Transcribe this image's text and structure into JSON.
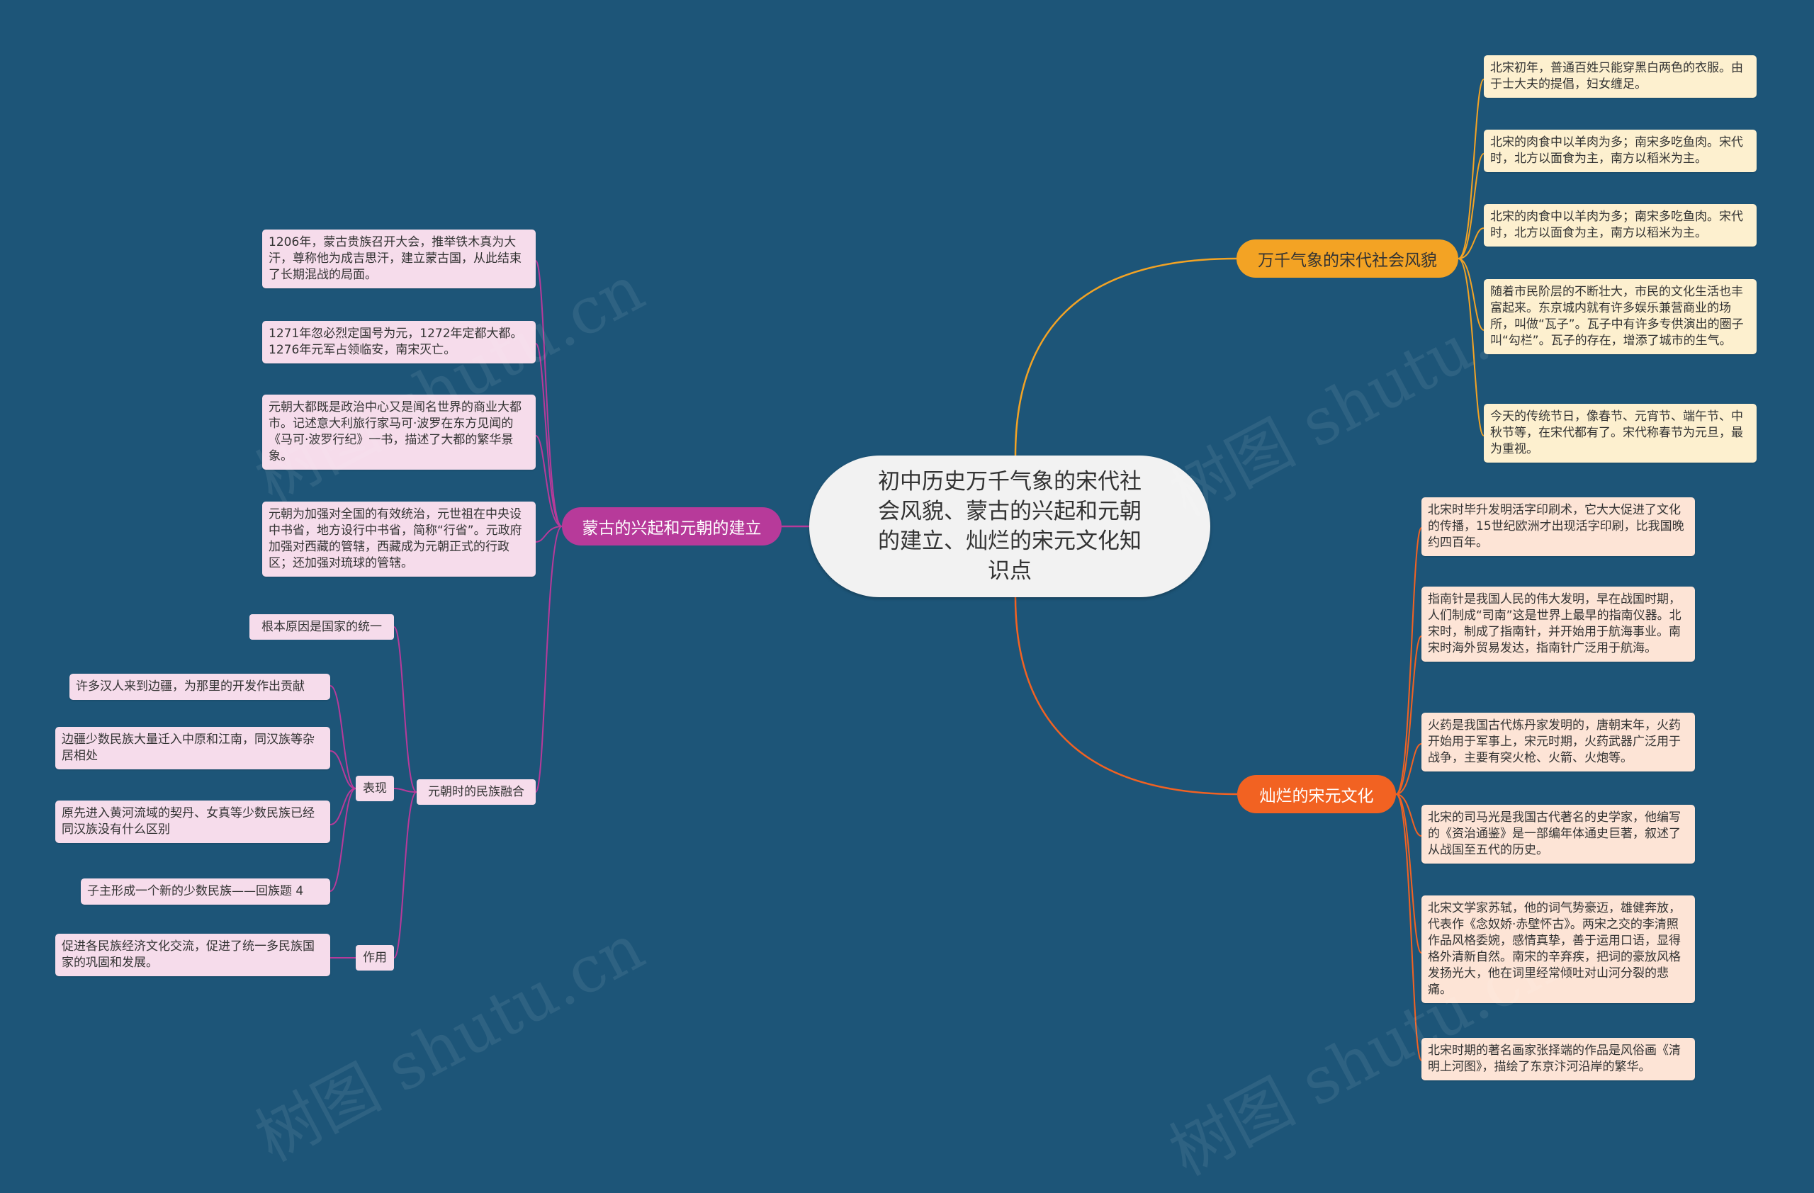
{
  "root": {
    "title": "初中历史万千气象的宋代社会风貌、蒙古的兴起和元朝的建立、灿烂的宋元文化知识点"
  },
  "branches": {
    "song_society": {
      "label": "万千气象的宋代社会风貌",
      "color": "#f3a324",
      "items": [
        "北宋初年，普通百姓只能穿黑白两色的衣服。由于士大夫的提倡，妇女缠足。",
        "北宋的肉食中以羊肉为多；南宋多吃鱼肉。宋代时，北方以面食为主，南方以稻米为主。",
        "北宋的肉食中以羊肉为多；南宋多吃鱼肉。宋代时，北方以面食为主，南方以稻米为主。",
        "随着市民阶层的不断壮大，市民的文化生活也丰富起来。东京城内就有许多娱乐兼营商业的场所，叫做“瓦子”。瓦子中有许多专供演出的圈子叫“勾栏”。瓦子的存在，增添了城市的生气。",
        "今天的传统节日，像春节、元宵节、端午节、中秋节等，在宋代都有了。宋代称春节为元旦，最为重视。"
      ]
    },
    "mongol": {
      "label": "蒙古的兴起和元朝的建立",
      "color": "#b73a9a",
      "items": [
        "1206年，蒙古贵族召开大会，推举铁木真为大汗，尊称他为成吉思汗，建立蒙古国，从此结束了长期混战的局面。",
        "1271年忽必烈定国号为元，1272年定都大都。1276年元军占领临安，南宋灭亡。",
        "元朝大都既是政治中心又是闻名世界的商业大都市。记述意大利旅行家马可·波罗在东方见闻的《马可·波罗行纪》一书，描述了大都的繁华景象。",
        "元朝为加强对全国的有效统治，元世祖在中央设中书省，地方设行中书省，简称“行省”。元政府加强对西藏的管辖，西藏成为元朝正式的行政区；还加强对琉球的管辖。"
      ],
      "fusion": {
        "label": "元朝时的民族融合",
        "root_cause": "根本原因是国家的统一",
        "manifest": {
          "label": "表现",
          "items": [
            "许多汉人来到边疆，为那里的开发作出贡献",
            "边疆少数民族大量迁入中原和江南，同汉族等杂居相处",
            "原先进入黄河流域的契丹、女真等少数民族已经同汉族没有什么区别",
            "子主形成一个新的少数民族——回族题 4"
          ]
        },
        "effect": {
          "label": "作用",
          "items": [
            "促进各民族经济文化交流，促进了统一多民族国家的巩固和发展。"
          ]
        }
      }
    },
    "culture": {
      "label": "灿烂的宋元文化",
      "color": "#f26222",
      "items": [
        "北宋时毕升发明活字印刷术，它大大促进了文化的传播，15世纪欧洲才出现活字印刷，比我国晚约四百年。",
        "指南针是我国人民的伟大发明，早在战国时期，人们制成“司南”这是世界上最早的指南仪器。北宋时，制成了指南针，并开始用于航海事业。南宋时海外贸易发达，指南针广泛用于航海。",
        "火药是我国古代炼丹家发明的，唐朝末年，火药开始用于军事上，宋元时期，火药武器广泛用于战争，主要有突火枪、火箭、火炮等。",
        "北宋的司马光是我国古代著名的史学家，他编写的《资治通鉴》是一部编年体通史巨著，叙述了从战国至五代的历史。",
        "北宋文学家苏轼，他的词气势豪迈，雄健奔放，代表作《念奴娇·赤壁怀古》。两宋之交的李清照作品风格委婉，感情真挚，善于运用口语，显得格外清新自然。南宋的辛弃疾，把词的豪放风格发扬光大，他在词里经常倾吐对山河分裂的悲痛。",
        "北宋时期的著名画家张择端的作品是风俗画《清明上河图》，描绘了东京汴河沿岸的繁华。"
      ]
    }
  },
  "watermark": "树图 shutu.cn"
}
